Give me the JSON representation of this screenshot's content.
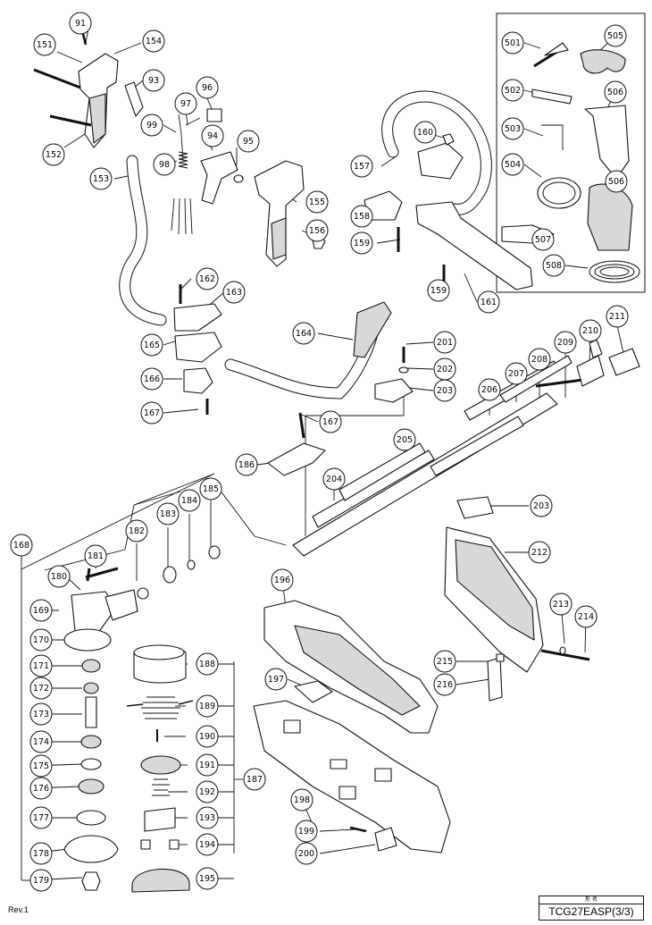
{
  "document": {
    "model": "TCG27EASP(3/3)",
    "model_caption": "形 名",
    "revision": "Rev.1"
  },
  "callouts": [
    "91",
    "151",
    "154",
    "93",
    "152",
    "97",
    "96",
    "99",
    "94",
    "95",
    "98",
    "153",
    "155",
    "156",
    "162",
    "163",
    "165",
    "166",
    "167",
    "164",
    "157",
    "160",
    "158",
    "159",
    "159",
    "161",
    "501",
    "505",
    "502",
    "506",
    "503",
    "504",
    "506",
    "507",
    "508",
    "201",
    "202",
    "203",
    "211",
    "210",
    "209",
    "208",
    "207",
    "206",
    "205",
    "167",
    "186",
    "204",
    "203",
    "212",
    "185",
    "184",
    "183",
    "182",
    "181",
    "180",
    "168",
    "169",
    "170",
    "171",
    "172",
    "173",
    "174",
    "175",
    "176",
    "177",
    "178",
    "179",
    "196",
    "197",
    "188",
    "189",
    "190",
    "191",
    "192",
    "187",
    "193",
    "194",
    "195",
    "198",
    "199",
    "200",
    "213",
    "214",
    "215",
    "216"
  ]
}
